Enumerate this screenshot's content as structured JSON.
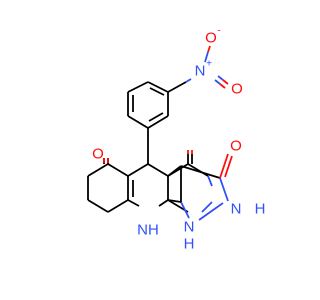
{
  "molecule": {
    "atom_labels": {
      "nitro_o_top": "O",
      "nitro_o_top_charge": "-",
      "nitro_n": "N",
      "nitro_n_charge": "+",
      "nitro_o_right": "O",
      "ketone_o": "O",
      "hydroxyl_o": "O",
      "nh_ring_label": "NH",
      "nh_bottom_label": "NH",
      "h_label_2": "H",
      "h_label_1": "H",
      "n_label_2": "N",
      "n_label_1": "N"
    },
    "colors": {
      "carbon_bond": "#000000",
      "oxygen": "#ff0d0d",
      "nitrogen": "#3050f8",
      "background": "#ffffff"
    }
  }
}
